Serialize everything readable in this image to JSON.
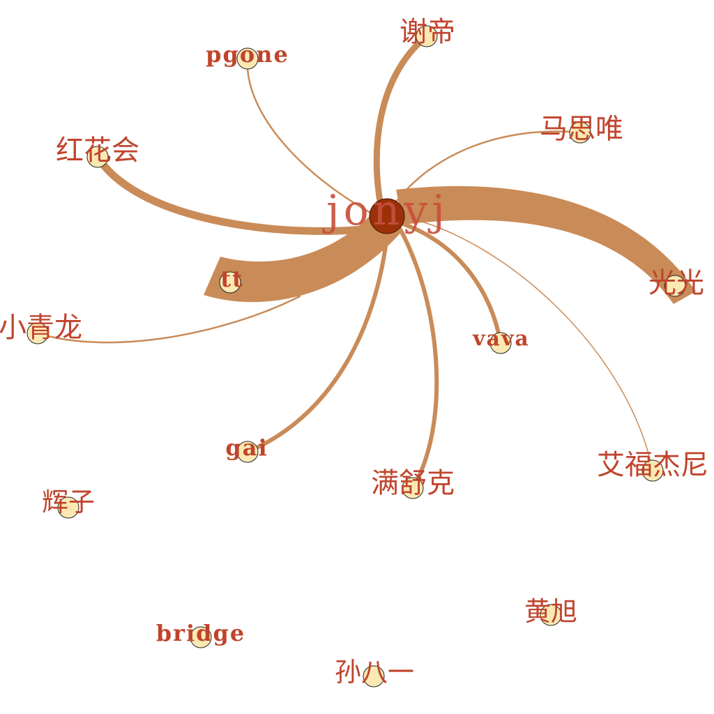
{
  "graph": {
    "hub": {
      "label": "jonyj",
      "color": "#9b3009"
    },
    "nodes": [
      {
        "id": "xiedi",
        "label": "谢帝"
      },
      {
        "id": "pgone",
        "label": "pgone"
      },
      {
        "id": "masiwei",
        "label": "马思唯"
      },
      {
        "id": "honghua",
        "label": "红花会"
      },
      {
        "id": "guangguang",
        "label": "光光"
      },
      {
        "id": "tt",
        "label": "tt"
      },
      {
        "id": "xiaoqing",
        "label": "小青龙"
      },
      {
        "id": "vava",
        "label": "vava"
      },
      {
        "id": "gai",
        "label": "gai"
      },
      {
        "id": "manshuke",
        "label": "满舒克"
      },
      {
        "id": "aifu",
        "label": "艾福杰尼"
      },
      {
        "id": "huizi",
        "label": "辉子"
      },
      {
        "id": "huangxu",
        "label": "黄旭"
      },
      {
        "id": "bridge",
        "label": "bridge"
      },
      {
        "id": "sunbayi",
        "label": "孙八一"
      }
    ],
    "edges": [
      {
        "to": "guangguang",
        "weight": 10
      },
      {
        "to": "tt",
        "weight": 10
      },
      {
        "to": "honghua",
        "weight": 5
      },
      {
        "to": "xiedi",
        "weight": 4
      },
      {
        "to": "manshuke",
        "weight": 3
      },
      {
        "to": "gai",
        "weight": 3
      },
      {
        "to": "vava",
        "weight": 3
      },
      {
        "to": "pgone",
        "weight": 1
      },
      {
        "to": "masiwei",
        "weight": 1
      },
      {
        "to": "xiaoqing",
        "weight": 1
      },
      {
        "to": "aifu",
        "weight": 1
      }
    ],
    "colors": {
      "edge": "#c98b58",
      "node": "#fbe9b4",
      "label": "#c0442c"
    }
  }
}
